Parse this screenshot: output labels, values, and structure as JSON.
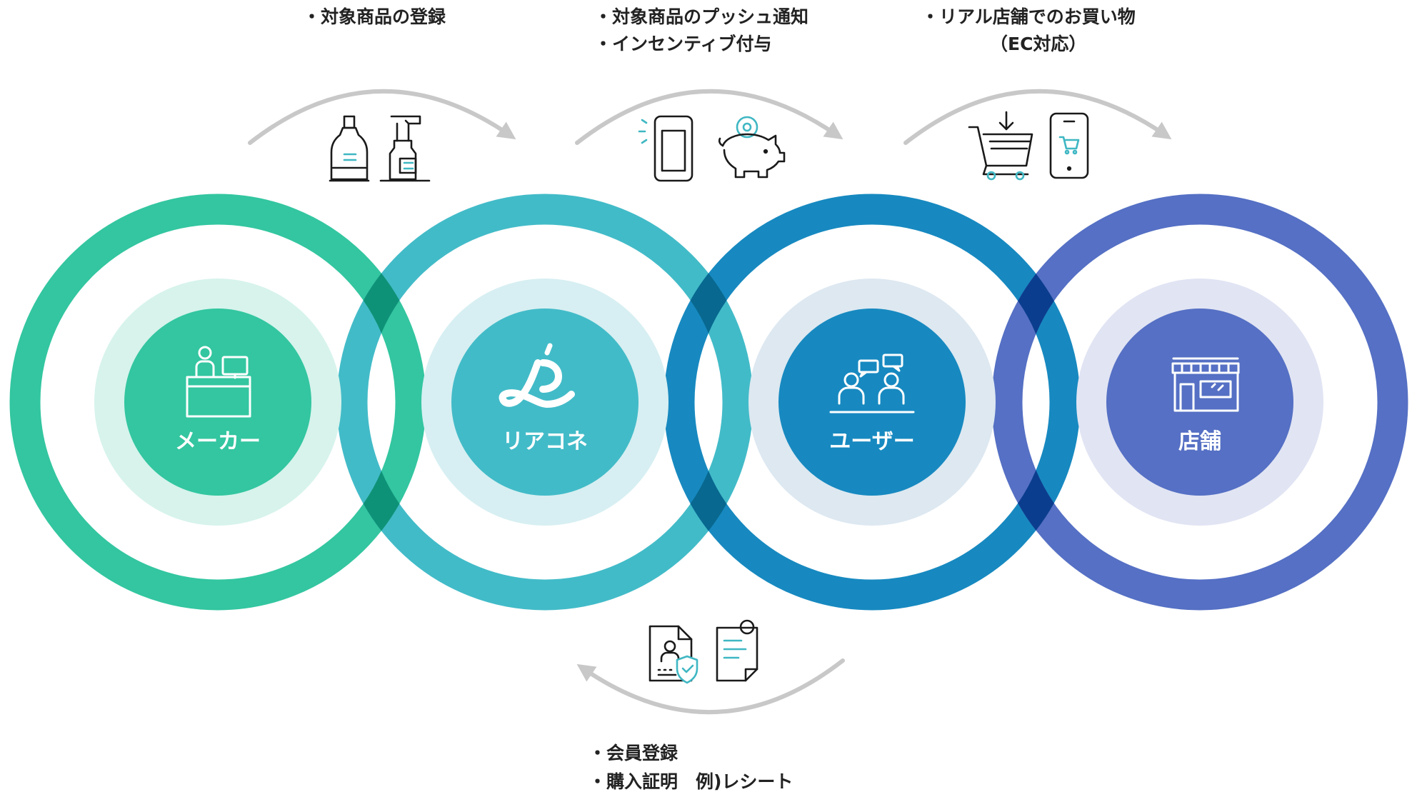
{
  "nodes": [
    {
      "id": "maker",
      "label": "メーカー",
      "icon": "factory-desk-icon",
      "ring_color": "#33C6A0",
      "halo_color": "#D7F3EC",
      "fill_color": "#33C6A0"
    },
    {
      "id": "riacone",
      "label": "リアコネ",
      "icon": "riacone-logo-icon",
      "ring_color": "#42BBC8",
      "halo_color": "#D7EFF2",
      "fill_color": "#42BBC8"
    },
    {
      "id": "user",
      "label": "ユーザー",
      "icon": "users-chat-icon",
      "ring_color": "#1789C0",
      "halo_color": "#DDE8F1",
      "fill_color": "#1789C0"
    },
    {
      "id": "store",
      "label": "店舗",
      "icon": "storefront-icon",
      "ring_color": "#5570C4",
      "halo_color": "#E1E4F3",
      "fill_color": "#5570C4"
    }
  ],
  "overlap_colors": [
    "#0E9277",
    "#08688F",
    "#0B3D8E"
  ],
  "flows": [
    {
      "lines": [
        "・対象商品の登録"
      ],
      "icons": [
        "detergent-bottle-icon",
        "spray-bottle-icon"
      ]
    },
    {
      "lines": [
        "・対象商品のプッシュ通知",
        "・インセンティブ付与"
      ],
      "icons": [
        "smartphone-notification-icon",
        "piggy-bank-coin-icon"
      ]
    },
    {
      "lines": [
        "・リアル店舗でのお買い物",
        "（EC対応）"
      ],
      "icons": [
        "shopping-cart-icon",
        "smartphone-cart-icon"
      ]
    },
    {
      "lines": [
        "・会員登録",
        "・購入証明　例)レシート"
      ],
      "icons": [
        "id-document-shield-icon",
        "receipt-document-icon"
      ]
    }
  ],
  "colors": {
    "arrow": "#C8C8C8",
    "icon_stroke": "#1A1A1A",
    "icon_accent": "#3FB7C3",
    "text": "#222222"
  }
}
